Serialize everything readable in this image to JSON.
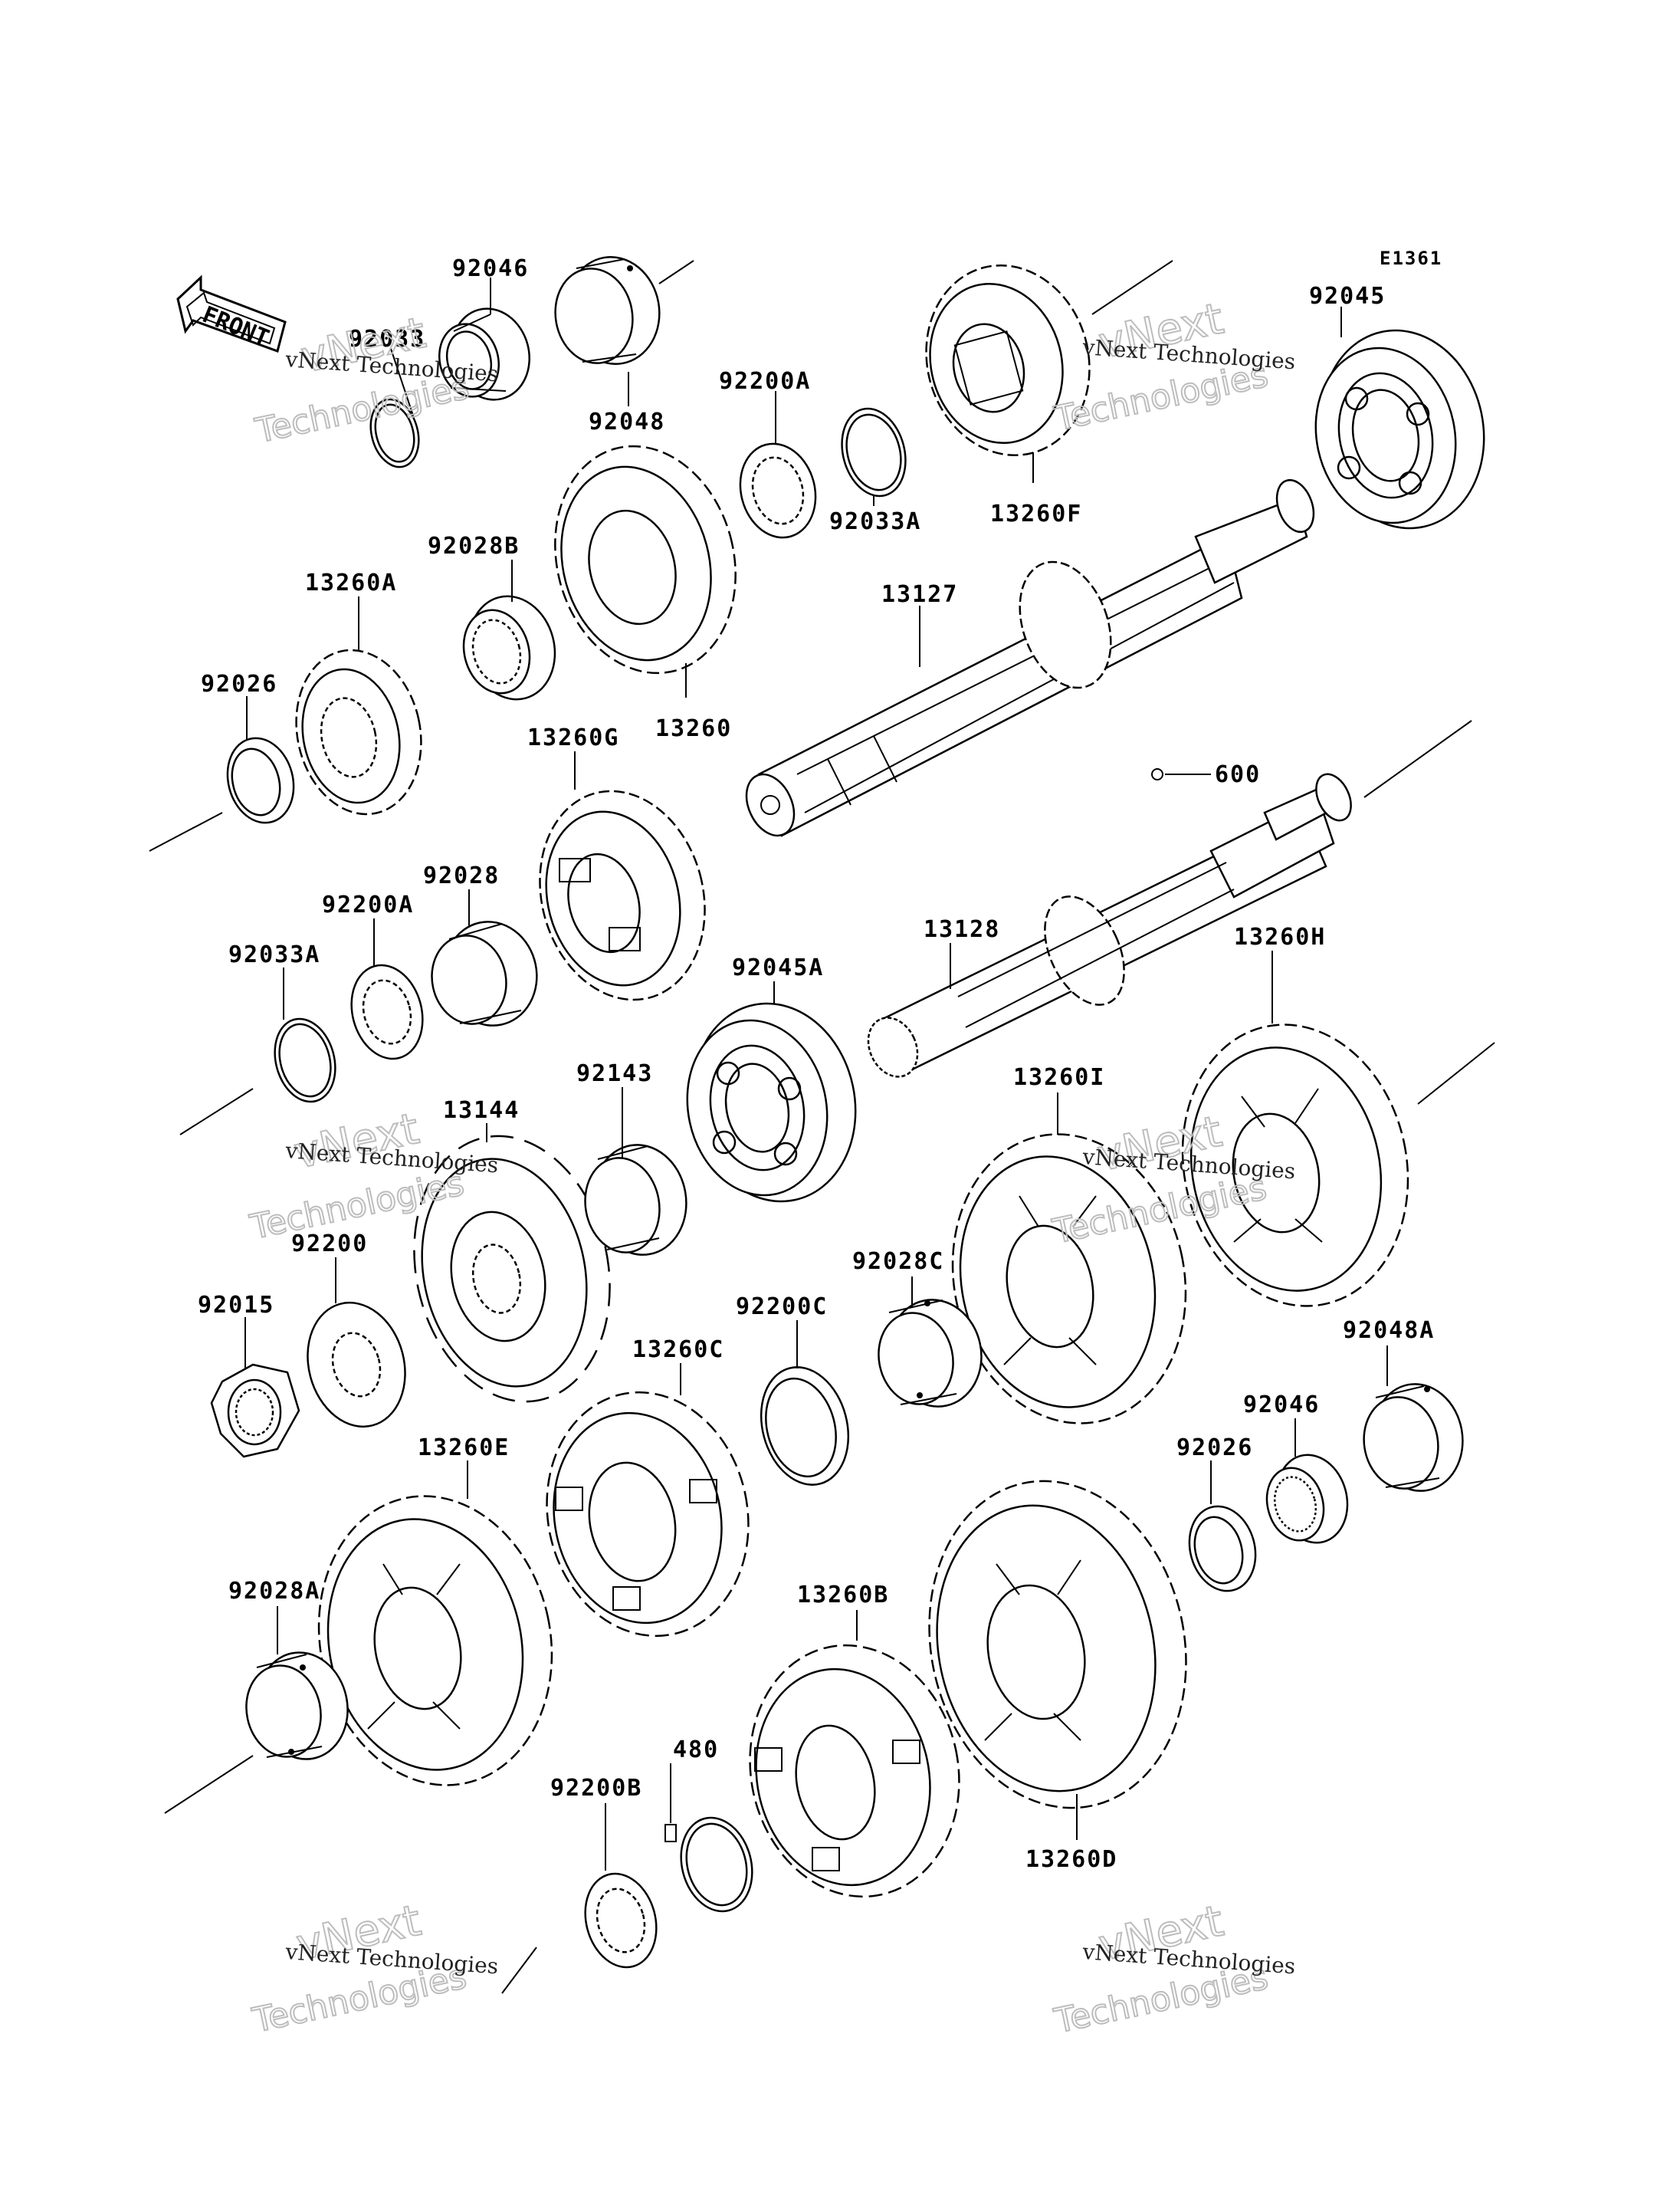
{
  "diagram": {
    "code": "E1361",
    "front_label": "FRONT",
    "reference_dot": "600",
    "watermark": {
      "line1": "vNext Technologies",
      "line2": "vNext",
      "line3": "Technologies"
    },
    "parts": [
      {
        "label": "92046"
      },
      {
        "label": "92033"
      },
      {
        "label": "92048"
      },
      {
        "label": "92200A"
      },
      {
        "label": "92033A"
      },
      {
        "label": "13260F"
      },
      {
        "label": "92045"
      },
      {
        "label": "92028B"
      },
      {
        "label": "13260A"
      },
      {
        "label": "92026"
      },
      {
        "label": "13260"
      },
      {
        "label": "13127"
      },
      {
        "label": "13260G"
      },
      {
        "label": "92028"
      },
      {
        "label": "92200A"
      },
      {
        "label": "92033A"
      },
      {
        "label": "92045A"
      },
      {
        "label": "13128"
      },
      {
        "label": "13260H"
      },
      {
        "label": "13144"
      },
      {
        "label": "92143"
      },
      {
        "label": "13260I"
      },
      {
        "label": "92200"
      },
      {
        "label": "92015"
      },
      {
        "label": "92028C"
      },
      {
        "label": "92200C"
      },
      {
        "label": "13260C"
      },
      {
        "label": "92048A"
      },
      {
        "label": "92046"
      },
      {
        "label": "92026"
      },
      {
        "label": "13260E"
      },
      {
        "label": "92028A"
      },
      {
        "label": "13260B"
      },
      {
        "label": "480"
      },
      {
        "label": "92200B"
      },
      {
        "label": "13260D"
      }
    ]
  }
}
